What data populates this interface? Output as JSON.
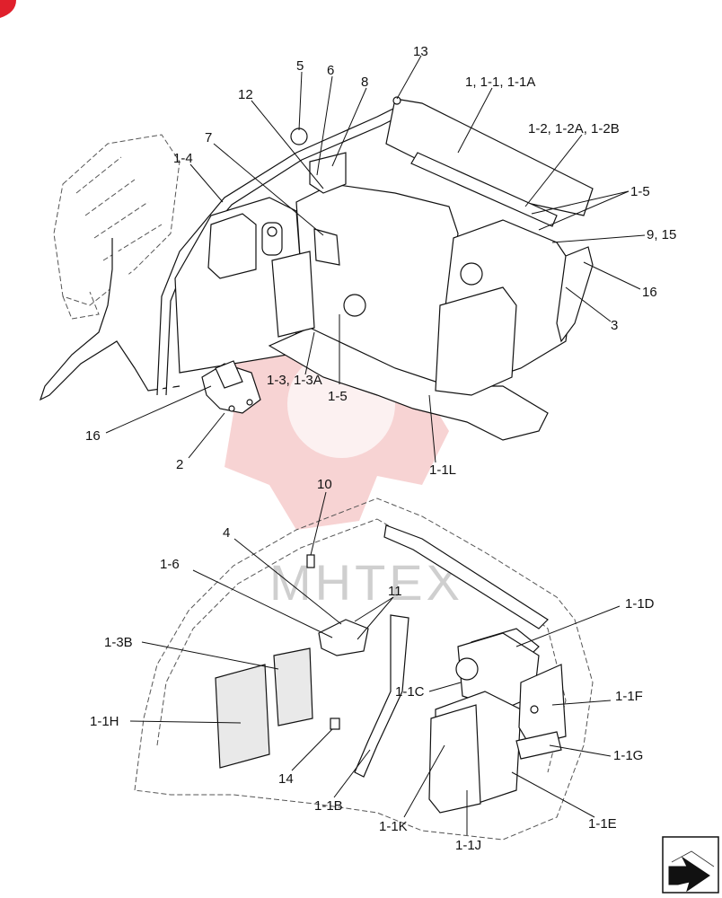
{
  "watermark": {
    "text": "MHTEX",
    "color": "#f2b0b0"
  },
  "labels": {
    "l13": "13",
    "l5": "5",
    "l6": "6",
    "l8": "8",
    "l12": "12",
    "l7": "7",
    "l1_1_1A": "1, 1-1, 1-1A",
    "l1_2": "1-2, 1-2A, 1-2B",
    "l1_4": "1-4",
    "l1_5a": "1-5",
    "l9_15": "9, 15",
    "l16a": "16",
    "l3": "3",
    "l1_3": "1-3, 1-3A",
    "l1_5b": "1-5",
    "l16b": "16",
    "l2": "2",
    "l1_1L": "1-1L",
    "l10": "10",
    "l4": "4",
    "l1_6": "1-6",
    "l11": "11",
    "l1_1D": "1-1D",
    "l1_3B": "1-3B",
    "l1_1C": "1-1C",
    "l1_1F": "1-1F",
    "l1_1H": "1-1H",
    "l1_1G": "1-1G",
    "l14": "14",
    "l1_1B": "1-1B",
    "l1_1K": "1-1K",
    "l1_1E": "1-1E",
    "l1_1J": "1-1J"
  },
  "icons": {
    "corner": "red-corner-mark-icon",
    "nav": "next-page-arrow-icon"
  }
}
